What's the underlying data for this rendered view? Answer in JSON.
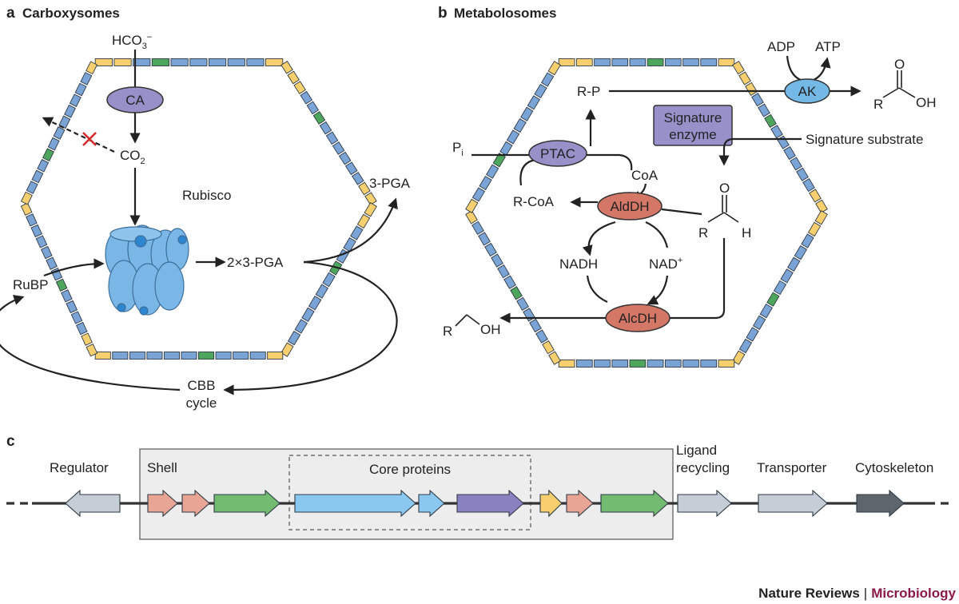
{
  "colors": {
    "shell_blue": "#7aa3d6",
    "shell_green": "#4ea65c",
    "shell_yellow": "#f7cf6e",
    "ca_purple": "#9890c9",
    "rubisco_blue": "#7ab7e6",
    "aldh_red": "#d47767",
    "ak_blue": "#74b8e6",
    "signature_purple": "#9890c9",
    "gene_shell": "#e8a594",
    "gene_green": "#74bb72",
    "gene_core_blue": "#8ac8ef",
    "gene_core_purple": "#8a82c0",
    "gene_yellow": "#f7cf6e",
    "gene_grey": "#c5ced6",
    "gene_dark": "#5d656d",
    "footer_accent": "#8b1a4a"
  },
  "panel_a": {
    "letter": "a",
    "title": "Carboxysomes",
    "hco3": "HCO",
    "hco3_sub": "3",
    "hco3_sup": "–",
    "ca": "CA",
    "co2": "CO",
    "co2_sub": "2",
    "rubisco": "Rubisco",
    "rubp": "RuBP",
    "pga2": "2×3-PGA",
    "pga": "3-PGA",
    "cbb_line1": "CBB",
    "cbb_line2": "cycle"
  },
  "panel_b": {
    "letter": "b",
    "title": "Metabolosomes",
    "adp": "ADP",
    "atp": "ATP",
    "ak": "AK",
    "rp": "R-P",
    "sig_enzyme_line1": "Signature",
    "sig_enzyme_line2": "enzyme",
    "sig_substrate": "Signature substrate",
    "pi": "P",
    "pi_sub": "i",
    "ptac": "PTAC",
    "coa": "CoA",
    "rcoa": "R-CoA",
    "aldh": "AldDH",
    "nadh": "NADH",
    "nad": "NAD",
    "nad_sup": "+",
    "alcdh": "AlcDH",
    "acid_r": "R",
    "acid_o": "O",
    "acid_oh": "OH",
    "ald_o": "O",
    "ald_r": "R",
    "ald_h": "H",
    "alc_r": "R",
    "alc_oh": "OH"
  },
  "panel_c": {
    "letter": "c",
    "regulator": "Regulator",
    "shell": "Shell",
    "core_proteins": "Core proteins",
    "ligand_line1": "Ligand",
    "ligand_line2": "recycling",
    "transporter": "Transporter",
    "cytoskeleton": "Cytoskeleton"
  },
  "footer": {
    "journal": "Nature Reviews",
    "separator": "|",
    "section": "Microbiology"
  }
}
